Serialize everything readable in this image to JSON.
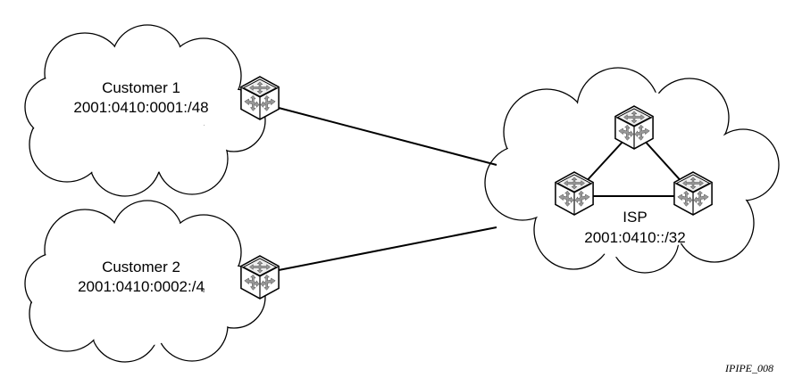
{
  "customers": [
    {
      "name": "Customer 1",
      "prefix": "2001:0410:0001:/48"
    },
    {
      "name": "Customer 2",
      "prefix": "2001:0410:0002:/4"
    }
  ],
  "isp": {
    "name": "ISP",
    "prefix": "2001:0410::/32"
  },
  "figure_id": "IPIPE_008",
  "icons": {
    "router": "router-icon",
    "cloud": "cloud-shape"
  }
}
